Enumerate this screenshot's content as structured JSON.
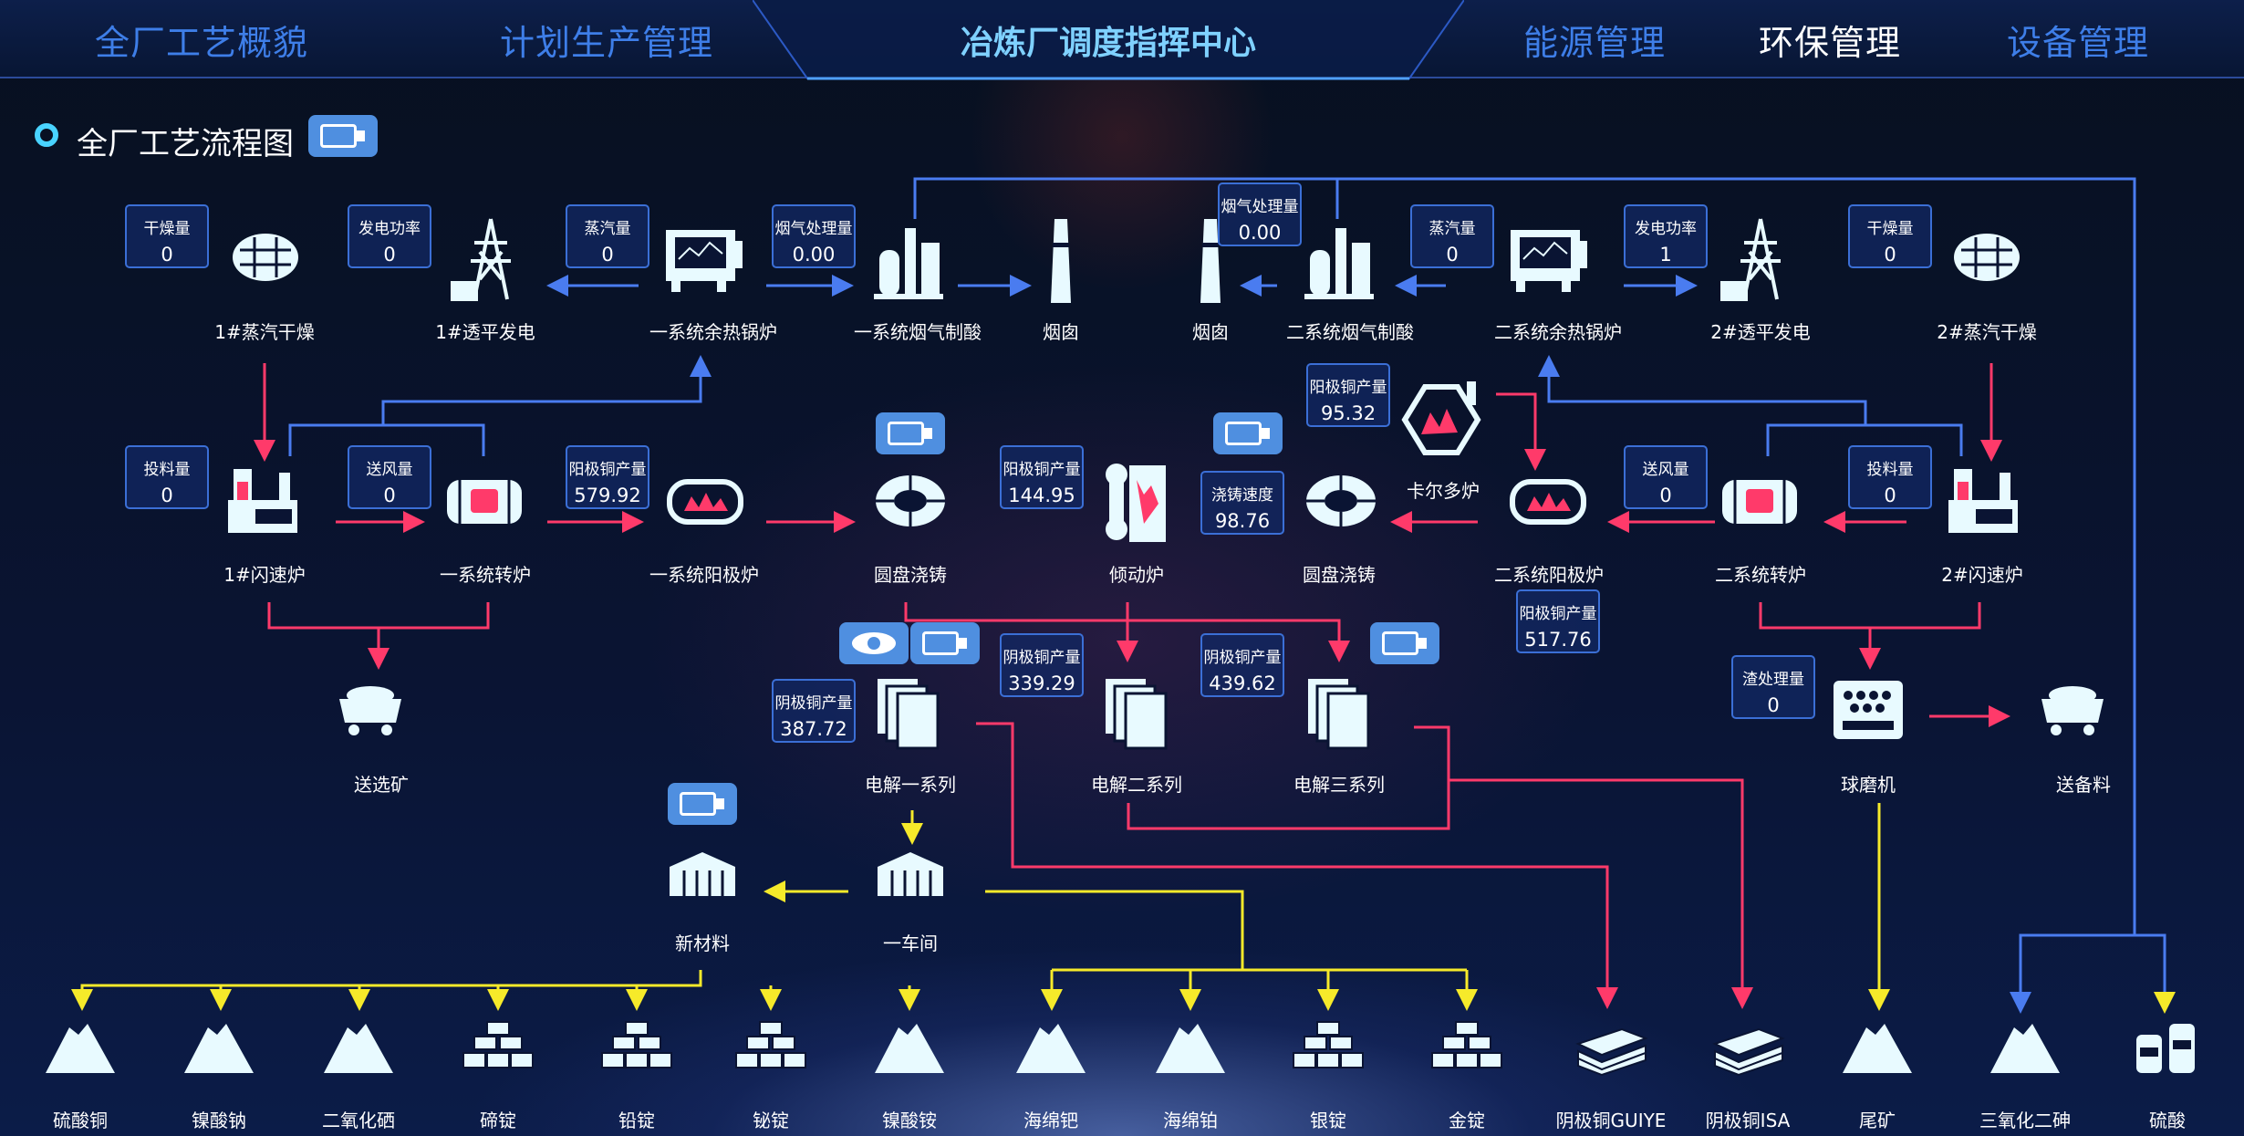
{
  "nav": {
    "items": [
      "全厂工艺概貌",
      "计划生产管理",
      "能源管理",
      "环保管理",
      "设备管理"
    ],
    "title": "冶炼厂调度指挥中心",
    "active": "环保管理"
  },
  "section": {
    "title": "全厂工艺流程图"
  },
  "nodes": {
    "dryer1": "1#蒸汽干燥",
    "power1": "1#透平发电",
    "boiler1": "一系统余热锅炉",
    "acid1": "一系统烟气制酸",
    "chimney1": "烟囱",
    "chimney2": "烟囱",
    "acid2": "二系统烟气制酸",
    "boiler2": "二系统余热锅炉",
    "power2": "2#透平发电",
    "dryer2": "2#蒸汽干燥",
    "flash1": "1#闪速炉",
    "converter1": "一系统转炉",
    "anode1": "一系统阳极炉",
    "disc1": "圆盘浇铸",
    "tilt": "倾动炉",
    "disc2": "圆盘浇铸",
    "kaldo": "卡尔多炉",
    "anode2": "二系统阳极炉",
    "converter2": "二系统转炉",
    "flash2": "2#闪速炉",
    "ore_out": "送选矿",
    "elec1": "电解一系列",
    "elec2": "电解二系列",
    "elec3": "电解三系列",
    "ball_mill": "球磨机",
    "to_prep": "送备料",
    "new_material": "新材料",
    "workshop1": "一车间"
  },
  "values": {
    "dry1": {
      "key": "干燥量",
      "val": "0"
    },
    "pow1": {
      "key": "发电功率",
      "val": "0"
    },
    "steam1": {
      "key": "蒸汽量",
      "val": "0"
    },
    "gas1": {
      "key": "烟气处理量",
      "val": "0.00"
    },
    "gas2": {
      "key": "烟气处理量",
      "val": "0.00"
    },
    "steam2": {
      "key": "蒸汽量",
      "val": "0"
    },
    "pow2": {
      "key": "发电功率",
      "val": "1"
    },
    "dry2": {
      "key": "干燥量",
      "val": "0"
    },
    "feed1": {
      "key": "投料量",
      "val": "0"
    },
    "air1": {
      "key": "送风量",
      "val": "0"
    },
    "anode_out1": {
      "key": "阳极铜产量",
      "val": "579.92"
    },
    "tilt_out": {
      "key": "阳极铜产量",
      "val": "144.95"
    },
    "kaldo_out": {
      "key": "阳极铜产量",
      "val": "95.32"
    },
    "cast_speed": {
      "key": "浇铸速度",
      "val": "98.76"
    },
    "air2": {
      "key": "送风量",
      "val": "0"
    },
    "feed2": {
      "key": "投料量",
      "val": "0"
    },
    "anode_out2": {
      "key": "阳极铜产量",
      "val": "517.76"
    },
    "elec1_out": {
      "key": "阴极铜产量",
      "val": "387.72"
    },
    "elec2_out": {
      "key": "阴极铜产量",
      "val": "339.29"
    },
    "elec3_out": {
      "key": "阴极铜产量",
      "val": "439.62"
    },
    "slag": {
      "key": "渣处理量",
      "val": "0"
    }
  },
  "products": [
    "硫酸铜",
    "镍酸钠",
    "二氧化硒",
    "碲锭",
    "铅锭",
    "铋锭",
    "镍酸铵",
    "海绵钯",
    "海绵铂",
    "银锭",
    "金锭",
    "阴极铜GUIYE",
    "阴极铜ISA",
    "尾矿",
    "三氧化二砷",
    "硫酸"
  ],
  "colors": {
    "blue": "#4a7cf0",
    "red": "#ff3a6a",
    "yellow": "#f6ea2a",
    "nav_text": "#3e7ee8",
    "title": "#7fd1ff"
  }
}
